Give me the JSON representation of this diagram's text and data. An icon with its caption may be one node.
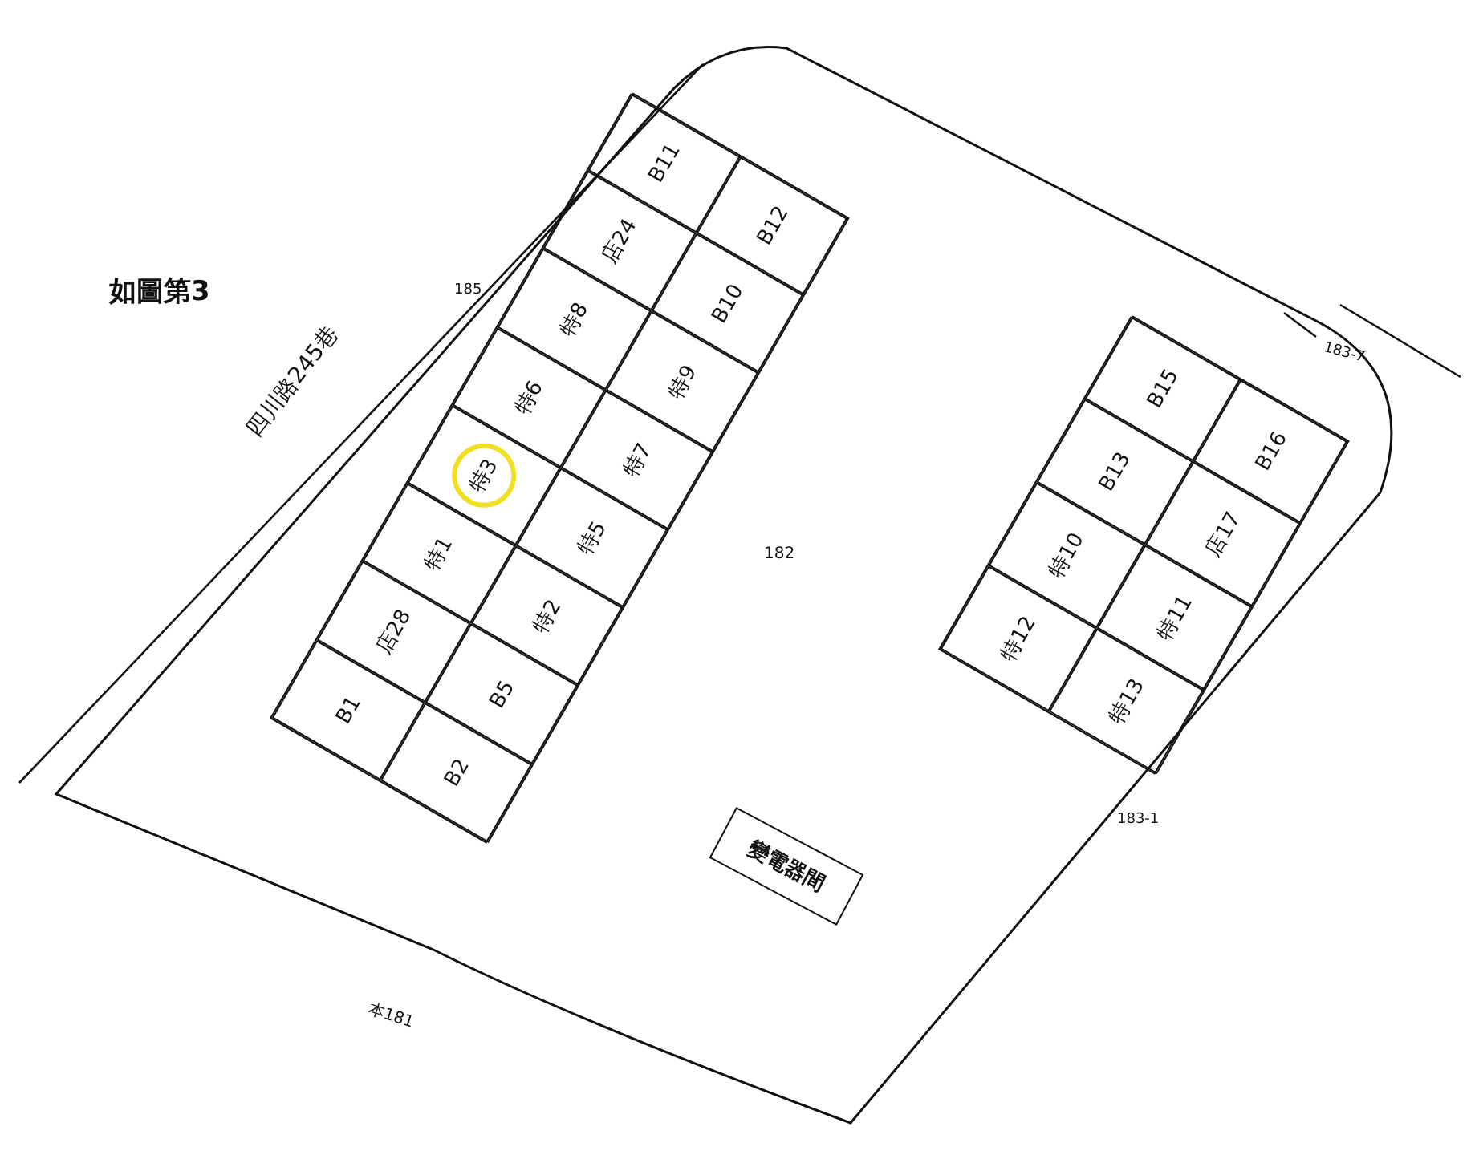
{
  "diagram": {
    "nodes": [
      {
        "text": [],
        "shape": "box"
      },
      {
        "text": [],
        "shape": "box",
        "in": 0
      },
      {
        "text": [
          "B1"
        ],
        "in": 1
      },
      {
        "text": [
          "店28"
        ],
        "in": 1
      },
      {
        "text": [
          "特1"
        ],
        "in": 1
      },
      {
        "text": [
          "特3"
        ],
        "in": 1
      },
      {
        "text": [
          "特6"
        ],
        "in": 1
      },
      {
        "text": [
          "特8"
        ],
        "in": 1
      },
      {
        "text": [
          "店24"
        ],
        "in": 1
      },
      {
        "text": [
          "B11"
        ],
        "in": 1
      },
      {
        "text": [
          "B2"
        ],
        "in": 1
      },
      {
        "text": [
          "B5"
        ],
        "in": 1
      },
      {
        "text": [
          "特2"
        ],
        "in": 1
      },
      {
        "text": [
          "特5"
        ],
        "in": 1
      },
      {
        "text": [
          "特7"
        ],
        "in": 1
      },
      {
        "text": [
          "特9"
        ],
        "in": 1
      },
      {
        "text": [
          "B10"
        ],
        "in": 1
      },
      {
        "text": [
          "B12"
        ],
        "in": 1
      },
      {
        "text": [],
        "shape": "box",
        "in": 0
      },
      {
        "text": [
          "特12"
        ],
        "in": 18
      },
      {
        "text": [
          "特10"
        ],
        "in": 18
      },
      {
        "text": [
          "B13"
        ],
        "in": 18
      },
      {
        "text": [
          "B15"
        ],
        "in": 18
      },
      {
        "text": [
          "特13"
        ],
        "in": 18
      },
      {
        "text": [
          "特11"
        ],
        "in": 18
      },
      {
        "text": [
          "店17"
        ],
        "in": 18
      },
      {
        "text": [
          "B16"
        ],
        "in": 18
      },
      {
        "text": [
          "變電器間"
        ],
        "in": 0
      }
    ],
    "labels": [
      "如圖第3",
      "四川路245巷",
      "185",
      "183-7",
      "182",
      "183-1",
      "本181"
    ]
  }
}
